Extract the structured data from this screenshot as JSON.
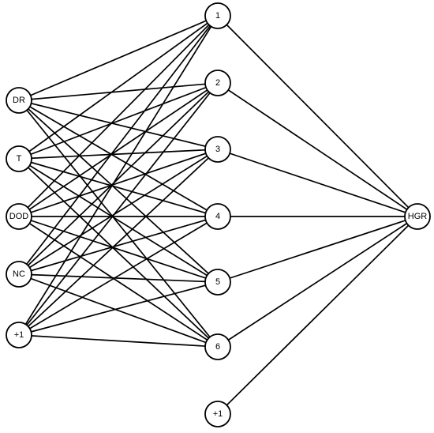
{
  "input_nodes": [
    "DR",
    "T",
    "DOD",
    "NC",
    "+1"
  ],
  "hidden_nodes": [
    "1",
    "2",
    "3",
    "4",
    "5",
    "6",
    "+1"
  ],
  "output_nodes": [
    "HGR"
  ],
  "colors": {
    "stroke": "#000000",
    "fill": "#ffffff"
  }
}
